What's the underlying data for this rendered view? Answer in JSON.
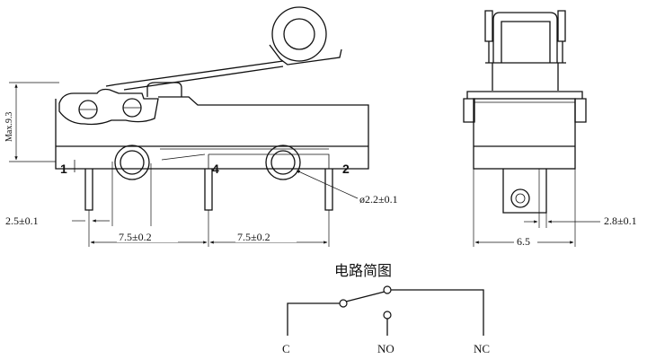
{
  "pins": {
    "com": "1",
    "no": "4",
    "nc": "2"
  },
  "dims": {
    "max_height": "Max.9.3",
    "hole_dia": "ø2.2±0.1",
    "pin_offset": "2.5±0.1",
    "pitch_a": "7.5±0.2",
    "pitch_b": "7.5±0.2",
    "end_offset": "2.8±0.1",
    "end_width": "6.5"
  },
  "circuit": {
    "title": "电路简图",
    "c_label": "C",
    "no_label": "NO",
    "nc_label": "NC"
  }
}
